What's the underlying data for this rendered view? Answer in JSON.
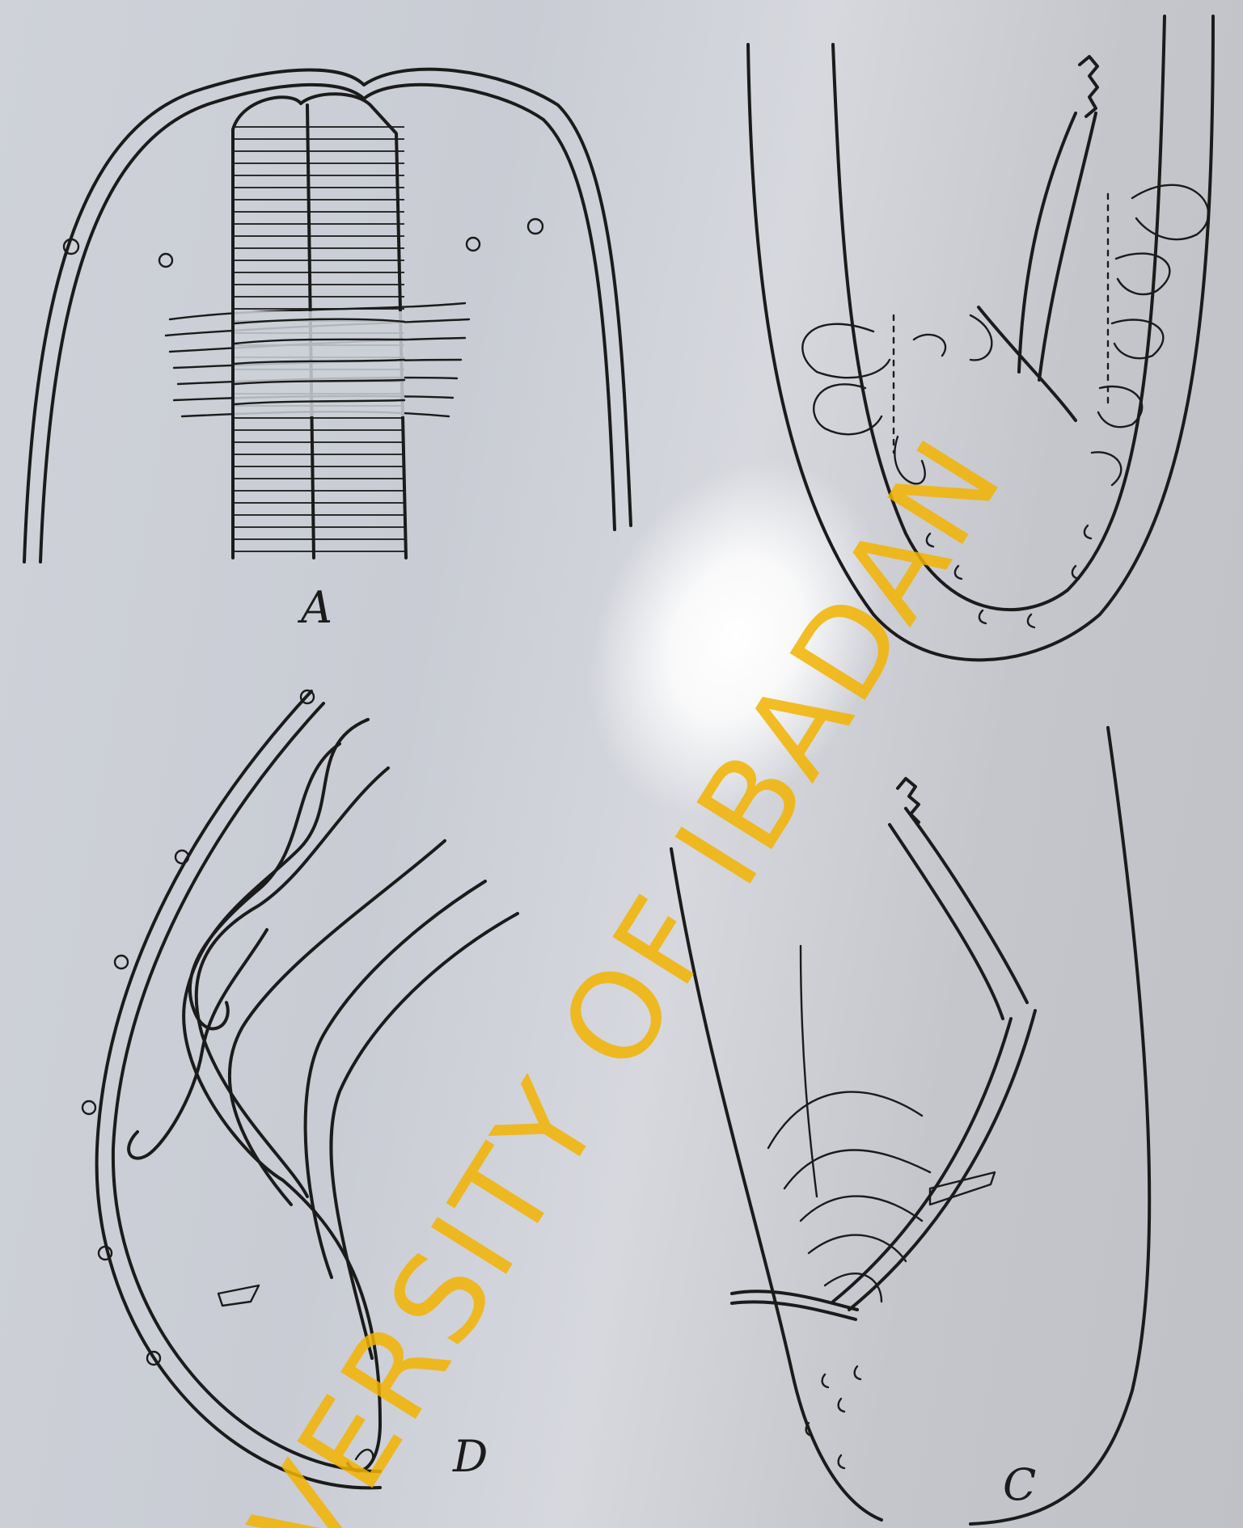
{
  "figure": {
    "panels": [
      {
        "id": "A",
        "label": "A"
      },
      {
        "id": "C",
        "label": "C"
      },
      {
        "id": "D",
        "label": "D"
      }
    ]
  },
  "watermark": {
    "text": "VERSITY OF IBADAN",
    "color": "#f2b300"
  },
  "colors": {
    "ink": "#1b1b1b",
    "paper": "#c9ccd4",
    "glare": "#ffffff"
  }
}
